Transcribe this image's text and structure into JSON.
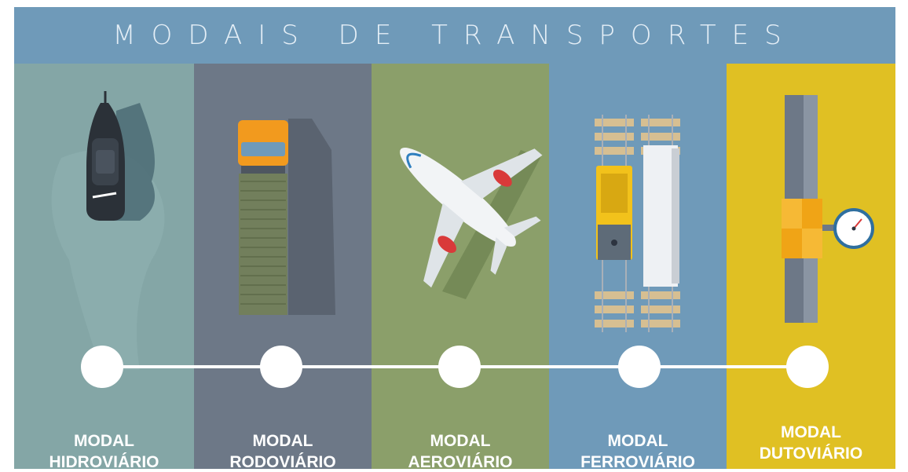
{
  "header": {
    "title": "MODAIS DE TRANSPORTES",
    "color": "#6f9ab9"
  },
  "modals": [
    {
      "label": "MODAL\nHIDROVIÁRIO",
      "icon": "ship-icon",
      "color": "#84a6a6"
    },
    {
      "label": "MODAL\nRODOVIÁRIO",
      "icon": "truck-icon",
      "color": "#6d7887"
    },
    {
      "label": "MODAL\nAEROVIÁRIO",
      "icon": "airplane-icon",
      "color": "#8b9f6a"
    },
    {
      "label": "MODAL\nFERROVIÁRIO",
      "icon": "train-icon",
      "color": "#6f9ab9"
    },
    {
      "label": "MODAL\nDUTOVIÁRIO",
      "icon": "pipeline-icon",
      "color": "#e0c023"
    }
  ]
}
